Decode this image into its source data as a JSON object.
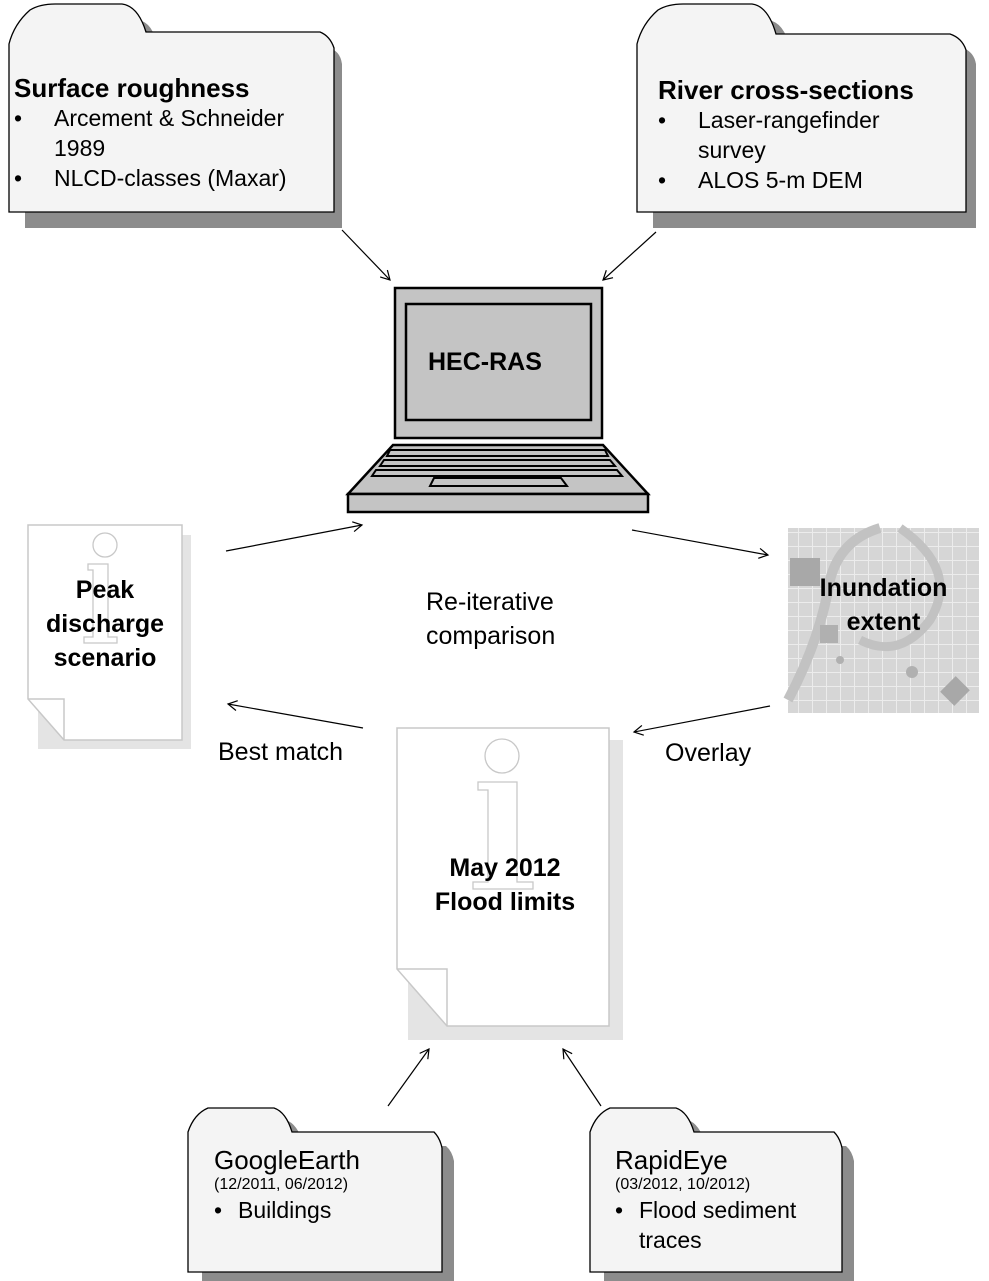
{
  "nodes": {
    "surface_roughness": {
      "title": "Surface roughness",
      "items": [
        "Arcement & Schneider 1989",
        "NLCD-classes (Maxar)"
      ],
      "item_lines": [
        [
          "Arcement & Schneider",
          "1989"
        ],
        [
          "NLCD-classes (Maxar)"
        ]
      ]
    },
    "river_cross_sections": {
      "title": "River cross-sections",
      "items": [
        "Laser-rangefinder survey",
        "ALOS 5-m DEM"
      ],
      "item_lines": [
        [
          "Laser-rangefinder",
          "survey"
        ],
        [
          "ALOS 5-m DEM"
        ]
      ]
    },
    "hec_ras": {
      "title": "HEC-RAS"
    },
    "peak_discharge": {
      "lines": [
        "Peak",
        "discharge",
        "scenario"
      ]
    },
    "inundation_extent": {
      "lines": [
        "Inundation",
        "extent"
      ]
    },
    "flood_limits": {
      "lines": [
        "May 2012",
        "Flood limits"
      ]
    },
    "google_earth": {
      "title": "GoogleEarth",
      "dates": "(12/2011, 06/2012)",
      "items": [
        "Buildings"
      ]
    },
    "rapideye": {
      "title": "RapidEye",
      "dates": "(03/2012, 10/2012)",
      "items": [
        "Flood sediment traces"
      ],
      "item_lines": [
        [
          "Flood sediment",
          "traces"
        ]
      ]
    }
  },
  "labels": {
    "center": [
      "Re-iterative",
      "comparison"
    ],
    "best_match": "Best match",
    "overlay": "Overlay"
  },
  "bullet_glyph": "•",
  "colors": {
    "folder_fill": "#f4f4f4",
    "folder_shadow": "#8c8c8c",
    "laptop_fill": "#c4c4c4",
    "doc_outline": "#c8c8c8",
    "map_bg": "#dadada"
  }
}
